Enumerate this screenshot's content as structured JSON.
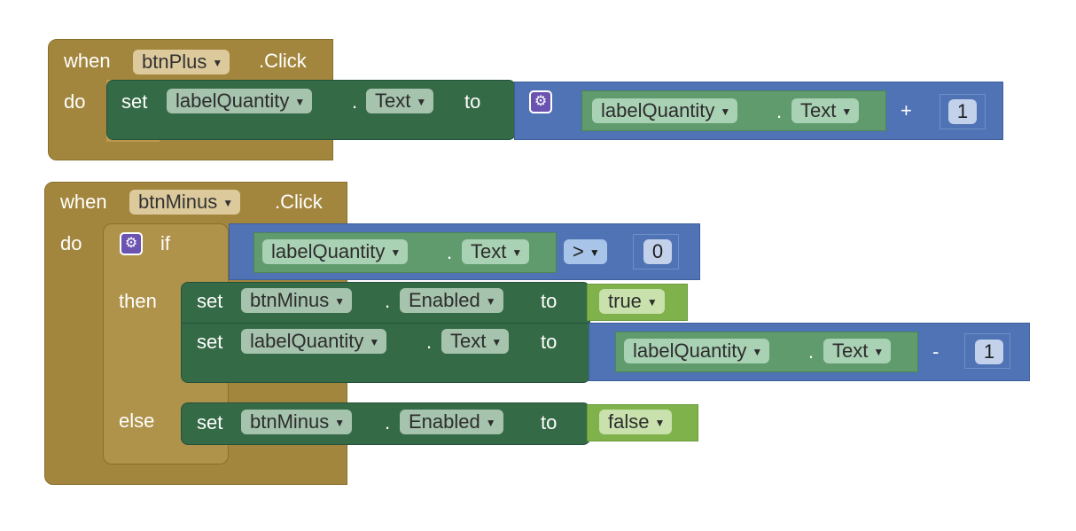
{
  "event1": {
    "when": "when",
    "component": "btnPlus",
    "event": ".Click",
    "do": "do",
    "set": {
      "set": "set",
      "component": "labelQuantity",
      "property": "Text",
      "to": "to",
      "expr": {
        "get_component": "labelQuantity",
        "get_property": "Text",
        "operator": "+",
        "number": "1"
      }
    }
  },
  "event2": {
    "when": "when",
    "component": "btnMinus",
    "event": ".Click",
    "do": "do",
    "if_block": {
      "if": "if",
      "condition": {
        "get_component": "labelQuantity",
        "get_property": "Text",
        "operator": ">",
        "number": "0"
      },
      "then": "then",
      "then_set1": {
        "set": "set",
        "component": "btnMinus",
        "property": "Enabled",
        "to": "to",
        "value": "true"
      },
      "then_set2": {
        "set": "set",
        "component": "labelQuantity",
        "property": "Text",
        "to": "to",
        "expr": {
          "get_component": "labelQuantity",
          "get_property": "Text",
          "operator": "-",
          "number": "1"
        }
      },
      "else": "else",
      "else_set": {
        "set": "set",
        "component": "btnMinus",
        "property": "Enabled",
        "to": "to",
        "value": "false"
      }
    }
  },
  "sep": ".",
  "dropdown_arrow": "▼",
  "gear_icon": "⚙",
  "colors": {
    "event": "#a3863d",
    "setter": "#356a46",
    "math": "#4f73b5",
    "getter": "#5f9b6c",
    "logic": "#7fb24a",
    "mutator": "#6b53b1"
  }
}
